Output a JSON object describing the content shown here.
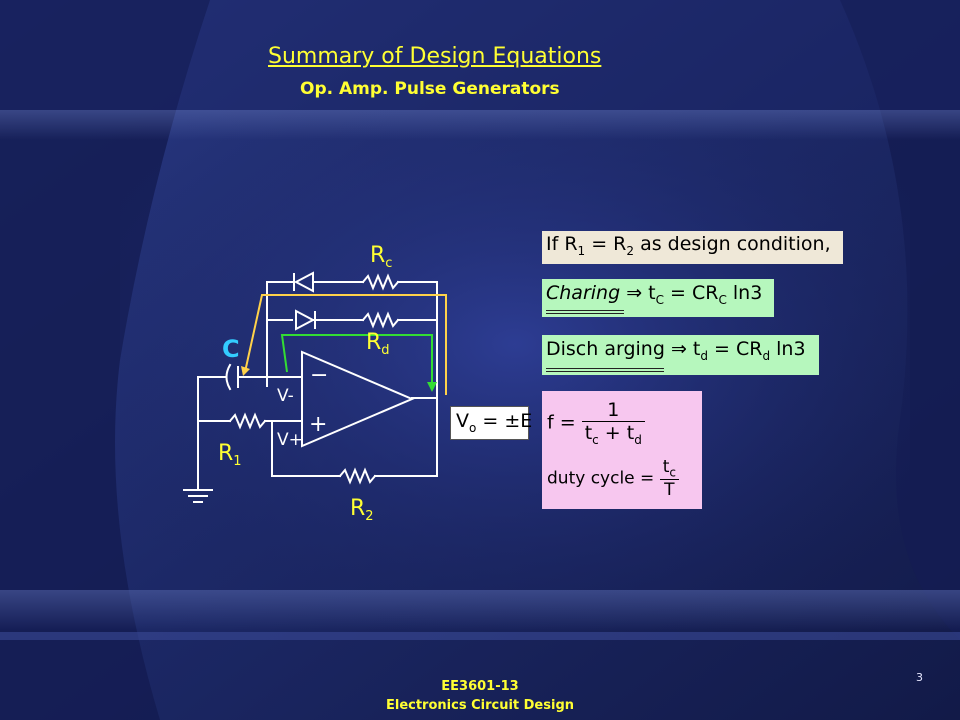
{
  "title": "Summary of Design Equations",
  "subtitle": "Op. Amp. Pulse Generators",
  "circuit": {
    "labels": {
      "rc": "R",
      "rc_sub": "c",
      "rd": "R",
      "rd_sub": "d",
      "c": "C",
      "r1": "R",
      "r1_sub": "1",
      "r2": "R",
      "r2_sub": "2",
      "vminus": "V-",
      "vplus": "V+",
      "minus_sign": "−",
      "plus_sign": "+"
    },
    "colors": {
      "wire": "#ffffff",
      "yellow_path": "#ffd24a",
      "green_path": "#33dd33",
      "label_yellow": "#ffff33",
      "label_cyan": "#33ccff"
    }
  },
  "equations": {
    "design_condition": {
      "pre": "If R",
      "s1": "1",
      "mid": " = R",
      "s2": "2",
      "post": " as design condition,"
    },
    "charging": {
      "word": "Charing",
      "arrow": " ⇒ t",
      "tsub": "C",
      "eq": " = CR",
      "rsub": "C",
      "post": " ln3"
    },
    "discharging": {
      "word": "Disch arging",
      "arrow": " ⇒ t",
      "tsub": "d",
      "eq": " = CR",
      "rsub": "d",
      "post": " ln3"
    },
    "frequency": {
      "lhs": "f =",
      "num": "1",
      "den_a": "t",
      "den_a_sub": "c",
      "den_plus": " + t",
      "den_b_sub": "d"
    },
    "duty_cycle": {
      "lhs": "duty cycle =",
      "num": "t",
      "num_sub": "c",
      "den": "T"
    },
    "output": {
      "v": "V",
      "vsub": "o",
      "rhs": " = ±E"
    }
  },
  "footer": {
    "line1": "EE3601-13",
    "line2": "Electronics Circuit Design"
  },
  "page_number": "3"
}
